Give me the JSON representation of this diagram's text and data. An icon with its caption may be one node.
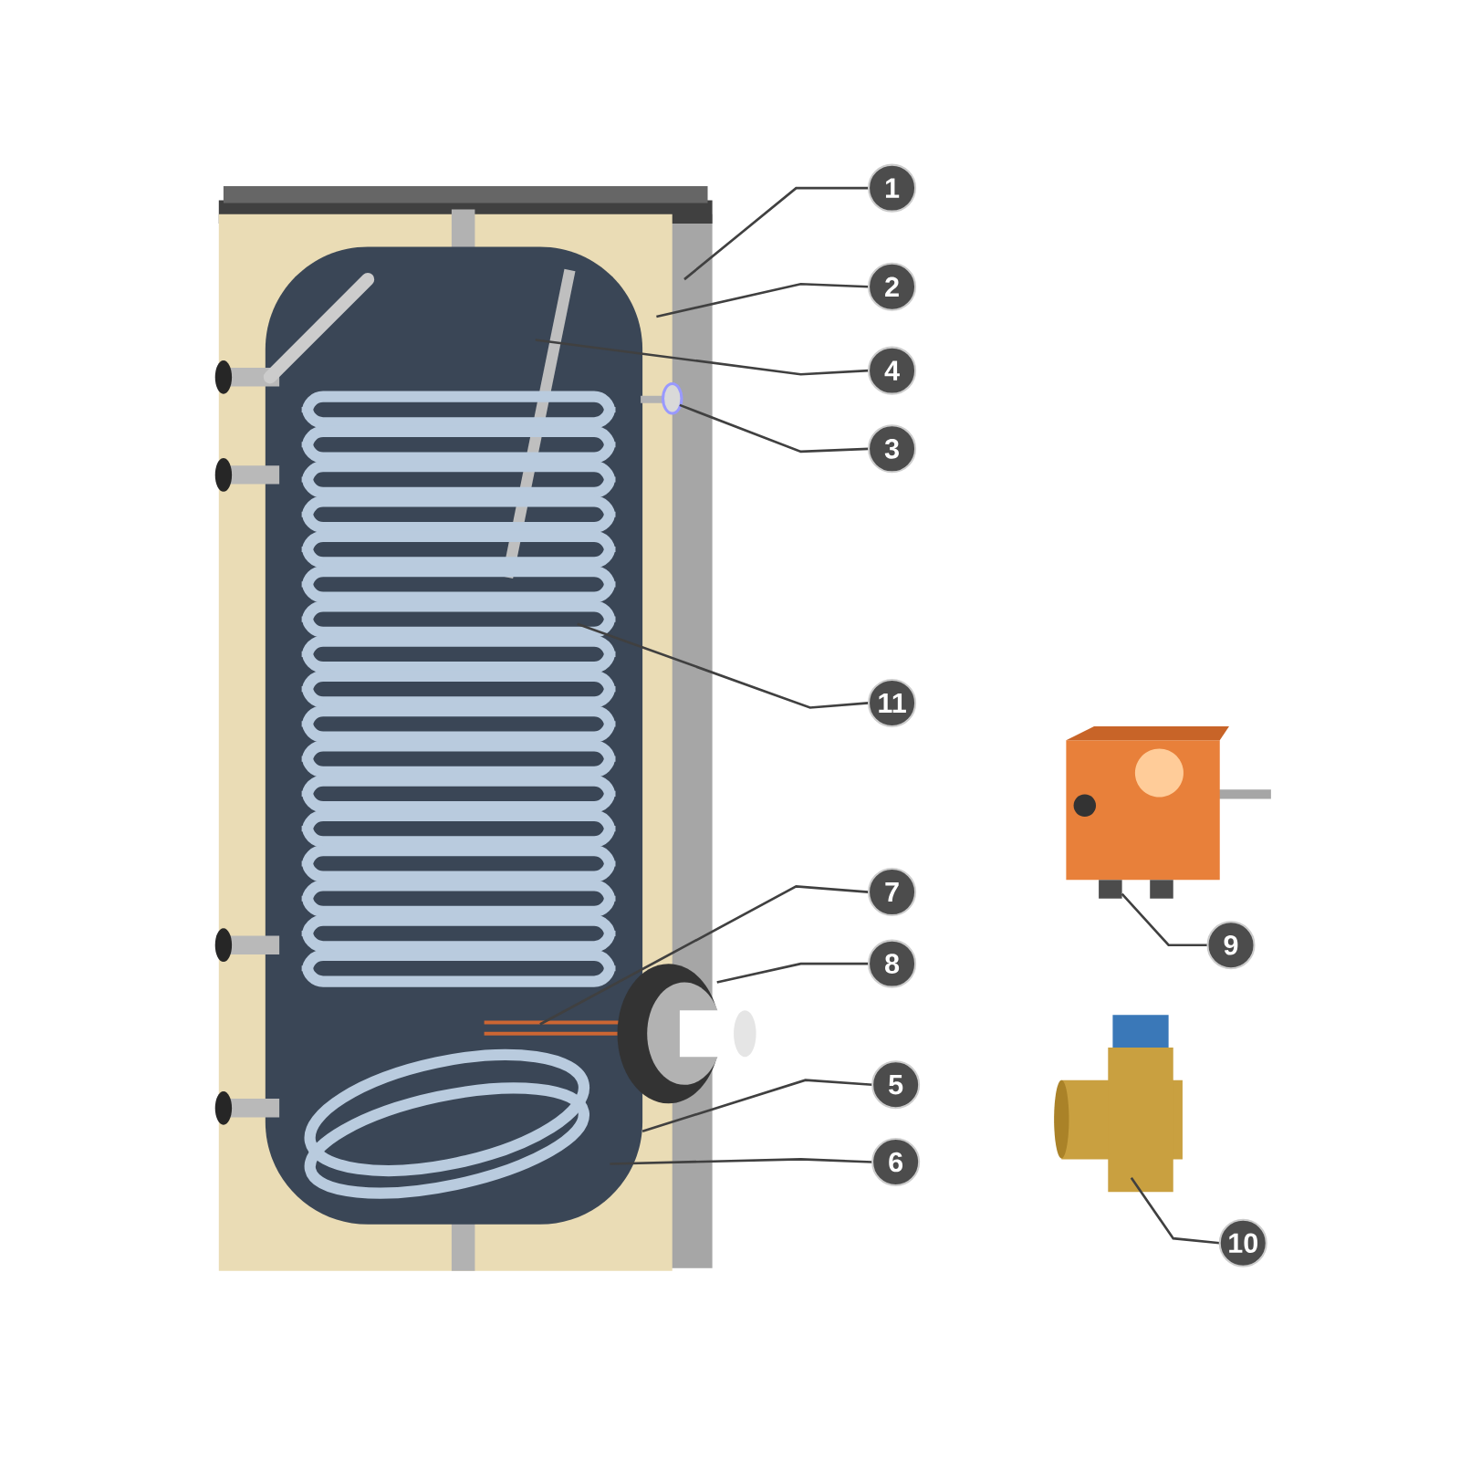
{
  "diagram": {
    "nodes": [
      {
        "text": [
          "1"
        ]
      },
      {
        "text": [
          "2"
        ]
      },
      {
        "text": [
          "4"
        ]
      },
      {
        "text": [
          "3"
        ]
      },
      {
        "text": [
          "11"
        ]
      },
      {
        "text": [
          "7"
        ]
      },
      {
        "text": [
          "8"
        ]
      },
      {
        "text": [
          "5"
        ]
      },
      {
        "text": [
          "6"
        ]
      },
      {
        "text": [
          "9"
        ]
      },
      {
        "text": [
          "10"
        ]
      }
    ],
    "edges": [
      {
        "from": 0,
        "to": null,
        "arrow": "none"
      },
      {
        "from": 1,
        "to": null,
        "arrow": "none"
      },
      {
        "from": 2,
        "to": null,
        "arrow": "none"
      },
      {
        "from": 3,
        "to": null,
        "arrow": "none"
      },
      {
        "from": 4,
        "to": null,
        "arrow": "none"
      },
      {
        "from": 5,
        "to": null,
        "arrow": "none"
      },
      {
        "from": 6,
        "to": null,
        "arrow": "none"
      },
      {
        "from": 7,
        "to": null,
        "arrow": "none"
      },
      {
        "from": 8,
        "to": null,
        "arrow": "none"
      },
      {
        "from": 9,
        "to": null,
        "arrow": "none"
      },
      {
        "from": 10,
        "to": null,
        "arrow": "none"
      }
    ]
  }
}
